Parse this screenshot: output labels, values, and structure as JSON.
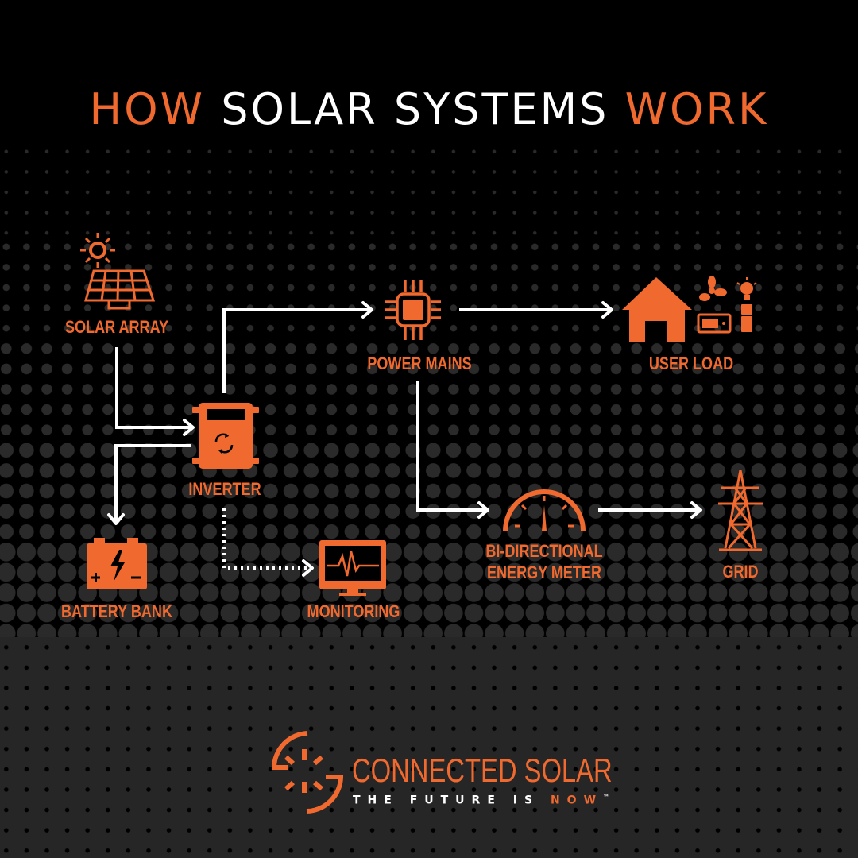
{
  "title": {
    "part1": "HOW",
    "part2": "SOLAR SYSTEMS",
    "part3": "WORK"
  },
  "nodes": {
    "solar_array": "SOLAR ARRAY",
    "inverter": "INVERTER",
    "power_mains": "POWER MAINS",
    "user_load": "USER LOAD",
    "battery_bank": "BATTERY BANK",
    "monitoring": "MONITORING",
    "meter_line1": "BI-DIRECTIONAL",
    "meter_line2": "ENERGY METER",
    "grid": "GRID"
  },
  "brand": {
    "name": "CONNECTED SOLAR",
    "tagline_part1": "THE FUTURE IS",
    "tagline_part2": "NOW",
    "tm": "™"
  },
  "colors": {
    "accent": "#f0692f",
    "arrow": "#ffffff",
    "background": "#000000",
    "dot": "#2a2a2a"
  }
}
